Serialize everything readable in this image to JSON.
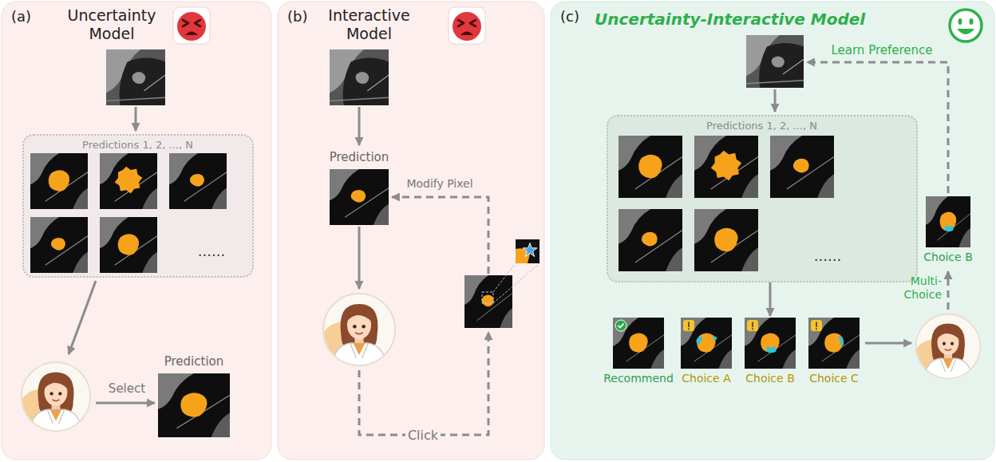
{
  "diagram": {
    "nodes": [
      {
        "text": [
          "(a)",
          "Uncertainty Model"
        ]
      },
      {
        "text": [
          "Predictions 1, 2, ..., N",
          "......"
        ],
        "in": 0
      },
      {
        "text": [
          "Prediction"
        ],
        "in": 0
      },
      {
        "text": [
          "(b)",
          "Interactive Model"
        ]
      },
      {
        "text": [
          "Prediction"
        ],
        "in": 3
      },
      {
        "text": [
          "(c)",
          "Uncertainty-Interactive Model"
        ]
      },
      {
        "text": [
          "Predictions 1, 2, ..., N",
          "......"
        ],
        "in": 5
      },
      {
        "text": [
          "Recommend"
        ],
        "in": 5
      },
      {
        "text": [
          "Choice A"
        ],
        "in": 5
      },
      {
        "text": [
          "Choice B"
        ],
        "in": 5
      },
      {
        "text": [
          "Choice C"
        ],
        "in": 5
      },
      {
        "text": [
          "Choice B"
        ],
        "in": 5
      }
    ],
    "edges": [
      {
        "from": 6,
        "to": 9,
        "arrow": "to"
      }
    ],
    "labels": [
      "Select",
      "Modify Pixel",
      "Click",
      "Learn Preference",
      "Multi-Choice"
    ]
  }
}
